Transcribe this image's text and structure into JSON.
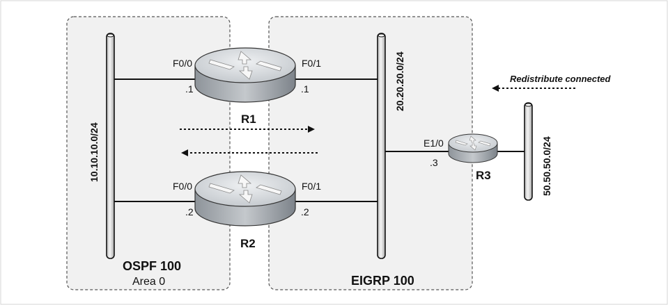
{
  "regions": {
    "ospf": {
      "title": "OSPF 100",
      "subtitle": "Area 0"
    },
    "eigrp": {
      "title": "EIGRP 100"
    }
  },
  "networks": {
    "left": "10.10.10.0/24",
    "middle": "20.20.20.0/24",
    "right": "50.50.50.0/24"
  },
  "routers": {
    "r1": {
      "name": "R1",
      "left_iface": "F0/0",
      "right_iface": "F0/1",
      "left_addr": ".1",
      "right_addr": ".1"
    },
    "r2": {
      "name": "R2",
      "left_iface": "F0/0",
      "right_iface": "F0/1",
      "left_addr": ".2",
      "right_addr": ".2"
    },
    "r3": {
      "name": "R3",
      "iface": "E1/0",
      "addr": ".3"
    }
  },
  "annotations": {
    "redistribute": "Redistribute connected"
  },
  "colors": {
    "region_fill": "#f1f1f1",
    "region_border": "#555555",
    "router_top": "#d9dcdf",
    "router_side": "#9ea3a8",
    "bus_fill": "#d8d8d8"
  }
}
